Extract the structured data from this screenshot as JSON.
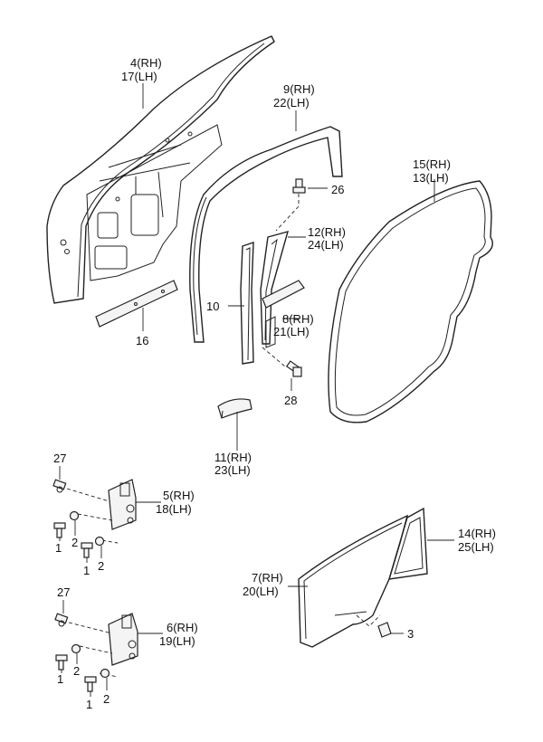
{
  "callouts": {
    "c4": "4(RH)",
    "c17": "17(LH)",
    "c9": "9(RH)",
    "c22": "22(LH)",
    "c26": "26",
    "c15": "15(RH)",
    "c13": "13(LH)",
    "c12": "12(RH)",
    "c24": "24(LH)",
    "c10": "10",
    "c8": "8(RH)",
    "c21": "21(LH)",
    "c16": "16",
    "c28": "28",
    "c11": "11(RH)",
    "c23": "23(LH)",
    "c27a": "27",
    "c5": "5(RH)",
    "c18": "18(LH)",
    "c1a": "1",
    "c2a": "2",
    "c1b": "1",
    "c2b": "2",
    "c14": "14(RH)",
    "c25": "25(LH)",
    "c7": "7(RH)",
    "c20": "20(LH)",
    "c3": "3",
    "c27b": "27",
    "c6": "6(RH)",
    "c19": "19(LH)",
    "c1c": "1",
    "c2c": "2",
    "c1d": "1",
    "c2d": "2"
  }
}
